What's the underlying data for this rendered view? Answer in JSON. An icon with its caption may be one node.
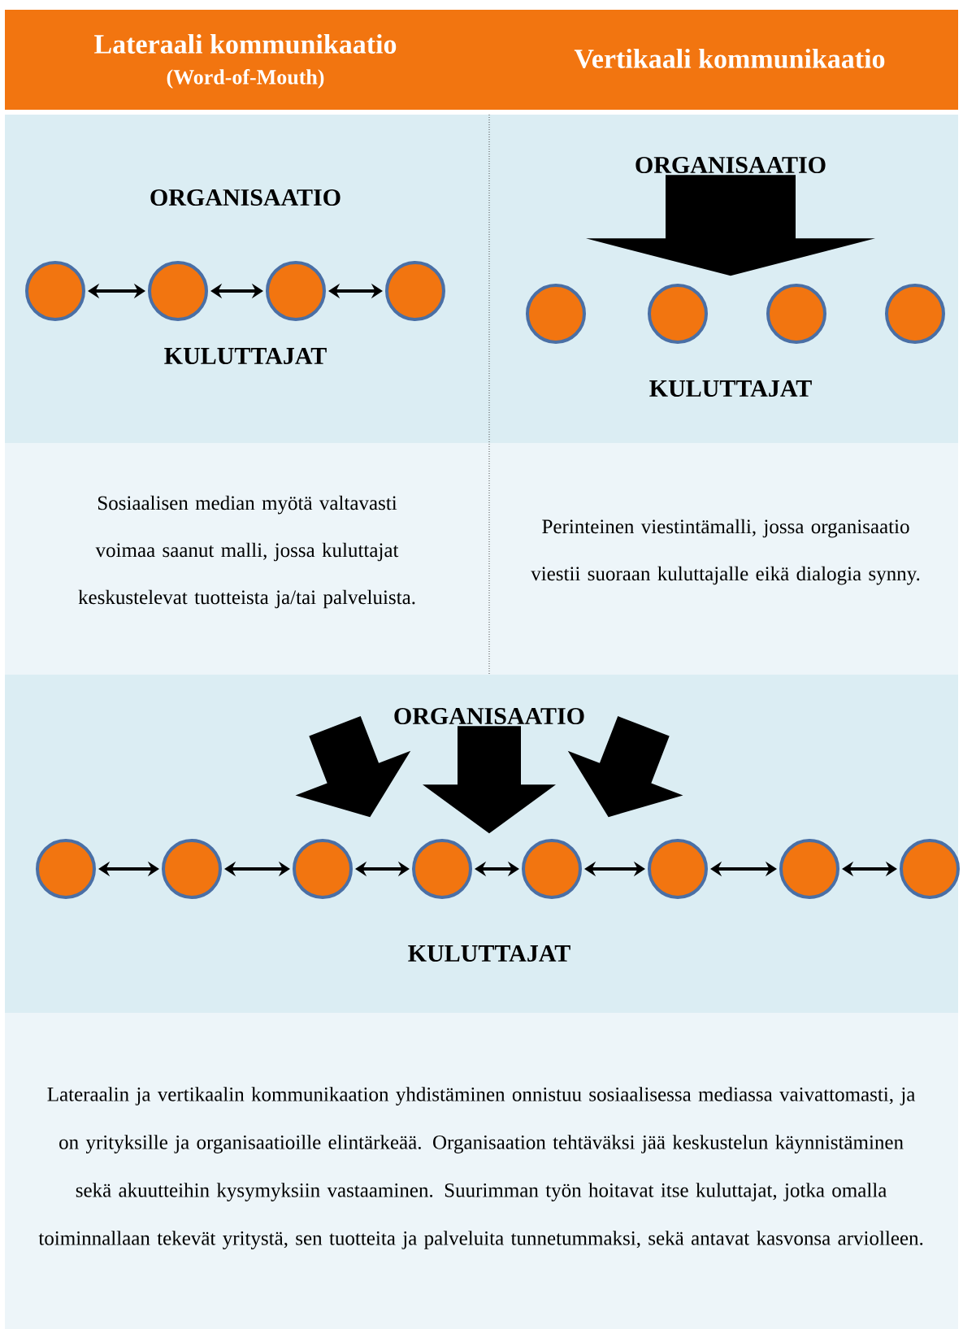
{
  "diagram": {
    "nodes": [
      {
        "text": [],
        "shape": "circle"
      },
      {
        "text": [],
        "shape": "circle"
      },
      {
        "text": [],
        "shape": "circle"
      },
      {
        "text": [],
        "shape": "circle"
      },
      {
        "text": [
          "ORGANISAATIO"
        ]
      },
      {
        "text": [],
        "shape": "circle"
      },
      {
        "text": [],
        "shape": "circle"
      },
      {
        "text": [],
        "shape": "circle"
      },
      {
        "text": [],
        "shape": "circle"
      },
      {
        "text": [
          "ORGANISAATIO"
        ]
      },
      {
        "text": [],
        "shape": "circle"
      },
      {
        "text": [],
        "shape": "circle"
      },
      {
        "text": [],
        "shape": "circle"
      },
      {
        "text": [],
        "shape": "circle"
      },
      {
        "text": [],
        "shape": "circle"
      },
      {
        "text": [],
        "shape": "circle"
      },
      {
        "text": [],
        "shape": "circle"
      },
      {
        "text": [],
        "shape": "circle"
      }
    ],
    "edges": [
      {
        "from": 0,
        "to": 1,
        "arrow": "both"
      },
      {
        "from": 1,
        "to": 2,
        "arrow": "both"
      },
      {
        "from": 2,
        "to": 3,
        "arrow": "both"
      },
      {
        "from": 4,
        "to": null,
        "arrow": "to",
        "style": "thick"
      },
      {
        "from": 10,
        "to": 11,
        "arrow": "both"
      },
      {
        "from": 11,
        "to": 12,
        "arrow": "both"
      },
      {
        "from": 12,
        "to": 13,
        "arrow": "both"
      },
      {
        "from": 13,
        "to": 14,
        "arrow": "both"
      },
      {
        "from": 14,
        "to": 15,
        "arrow": "both"
      },
      {
        "from": 15,
        "to": 16,
        "arrow": "both"
      },
      {
        "from": 16,
        "to": 17,
        "arrow": "both"
      },
      {
        "from": 9,
        "to": null,
        "arrow": "to",
        "style": "thick"
      },
      {
        "from": 9,
        "to": null,
        "arrow": "to",
        "style": "thick"
      },
      {
        "from": 9,
        "to": null,
        "arrow": "to",
        "style": "thick"
      }
    ],
    "labels": [
      "Lateraali kommunikaatio",
      "(Word-of-Mouth)",
      "Vertikaali kommunikaatio",
      "ORGANISAATIO",
      "KULUTTAJAT",
      "KULUTTAJAT",
      "Sosiaalisen median myötä valtavasti voimaa saanut malli, jossa kuluttajat keskustelevat tuotteista ja/tai palveluista.",
      "Perinteinen viestintämalli, jossa organisaatio viestii suoraan kuluttajalle eikä dialogia synny.",
      "KULUTTAJAT",
      "Lateraalin ja vertikaalin kommunikaation yhdistäminen onnistuu sosiaalisessa mediassa vaivattomasti, ja on yrityksille ja organisaatioille elintärkeää. Organisaation tehtäväksi jää keskustelun käynnistäminen sekä akuutteihin kysymyksiin vastaaminen. Suurimman työn hoitavat itse kuluttajat, jotka omalla toiminnallaan tekevät yritystä, sen tuotteita ja palveluita tunnetummaksi, sekä antavat kasvonsa arviolleen."
    ]
  }
}
